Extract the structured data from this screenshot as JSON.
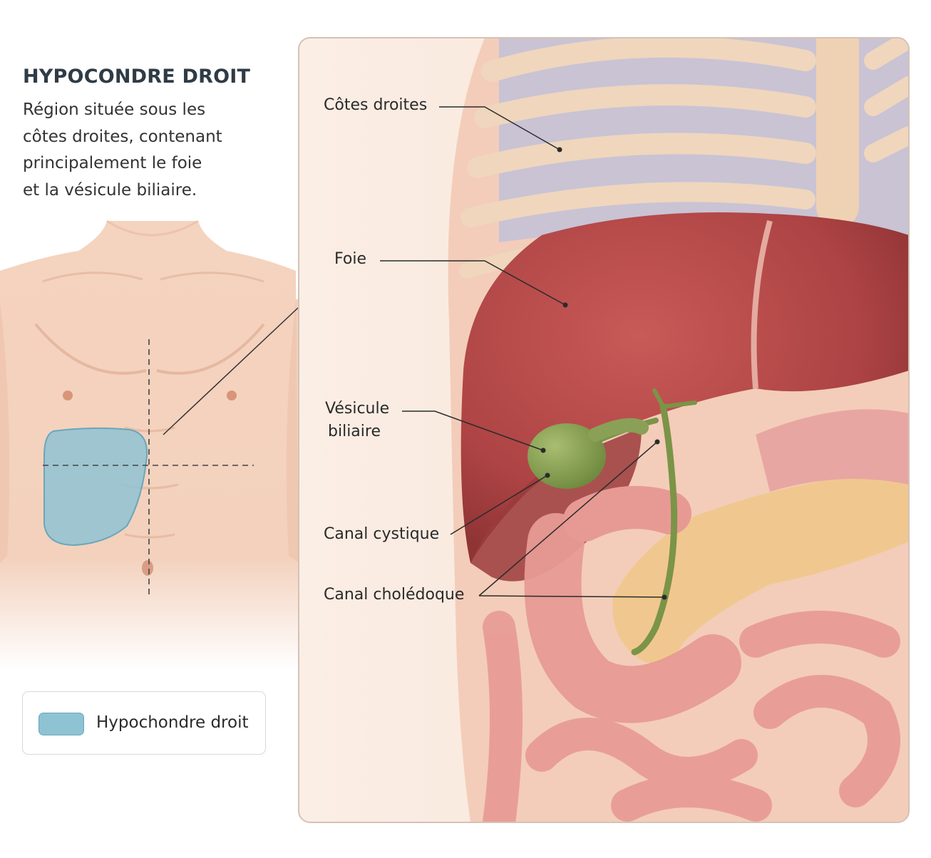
{
  "header": {
    "title": "HYPOCONDRE DROIT",
    "description_lines": [
      "Région située sous les",
      "côtes droites, contenant",
      "principalement le foie",
      "et la vésicule biliaire."
    ]
  },
  "labels": {
    "ribs": "Côtes droites",
    "liver": "Foie",
    "gallbladder_line1": "Vésicule",
    "gallbladder_line2": "biliaire",
    "cystic_duct": "Canal cystique",
    "common_bile_duct": "Canal cholédoque"
  },
  "legend": {
    "label": "Hypochondre droit",
    "color": "#8ec3d4"
  },
  "colors": {
    "skin": "#f3d2bd",
    "liver": "#b84a4a",
    "gallbladder": "#8aa056",
    "pancreas": "#f0c88f",
    "intestine": "#e79a94"
  }
}
